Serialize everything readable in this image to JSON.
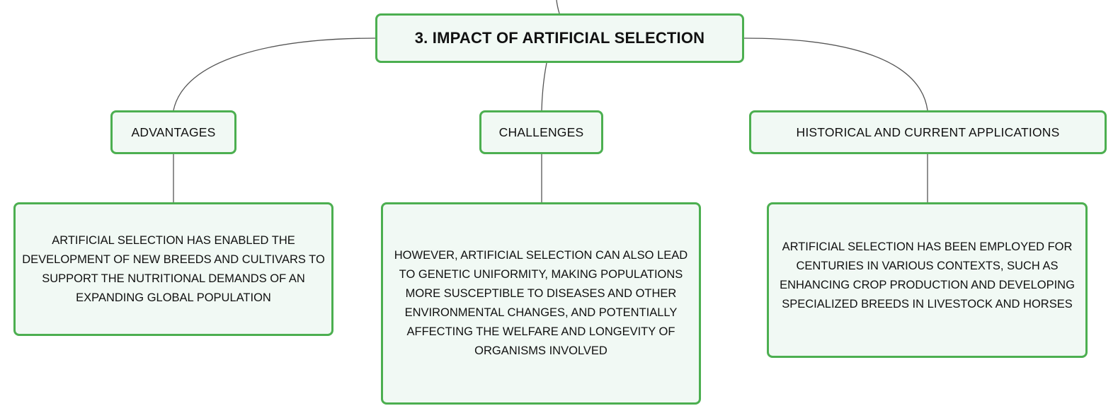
{
  "colors": {
    "node_border": "#4caf50",
    "node_fill": "#f1f9f4",
    "connector": "#555555",
    "text": "#111111"
  },
  "diagram": {
    "root": {
      "label": "3. IMPACT OF ARTIFICIAL SELECTION"
    },
    "branches": [
      {
        "label": "ADVANTAGES",
        "detail": "ARTIFICIAL SELECTION HAS ENABLED THE DEVELOPMENT OF NEW BREEDS AND CULTIVARS TO SUPPORT THE NUTRITIONAL DEMANDS OF AN EXPANDING GLOBAL POPULATION"
      },
      {
        "label": "CHALLENGES",
        "detail": "HOWEVER, ARTIFICIAL SELECTION CAN ALSO LEAD TO GENETIC UNIFORMITY, MAKING POPULATIONS MORE SUSCEPTIBLE TO DISEASES AND OTHER ENVIRONMENTAL CHANGES, AND POTENTIALLY AFFECTING THE WELFARE AND LONGEVITY OF ORGANISMS INVOLVED"
      },
      {
        "label": "HISTORICAL AND CURRENT APPLICATIONS",
        "detail": "ARTIFICIAL SELECTION HAS BEEN EMPLOYED FOR CENTURIES IN VARIOUS CONTEXTS, SUCH AS ENHANCING CROP PRODUCTION AND DEVELOPING SPECIALIZED BREEDS IN LIVESTOCK AND HORSES"
      }
    ]
  }
}
